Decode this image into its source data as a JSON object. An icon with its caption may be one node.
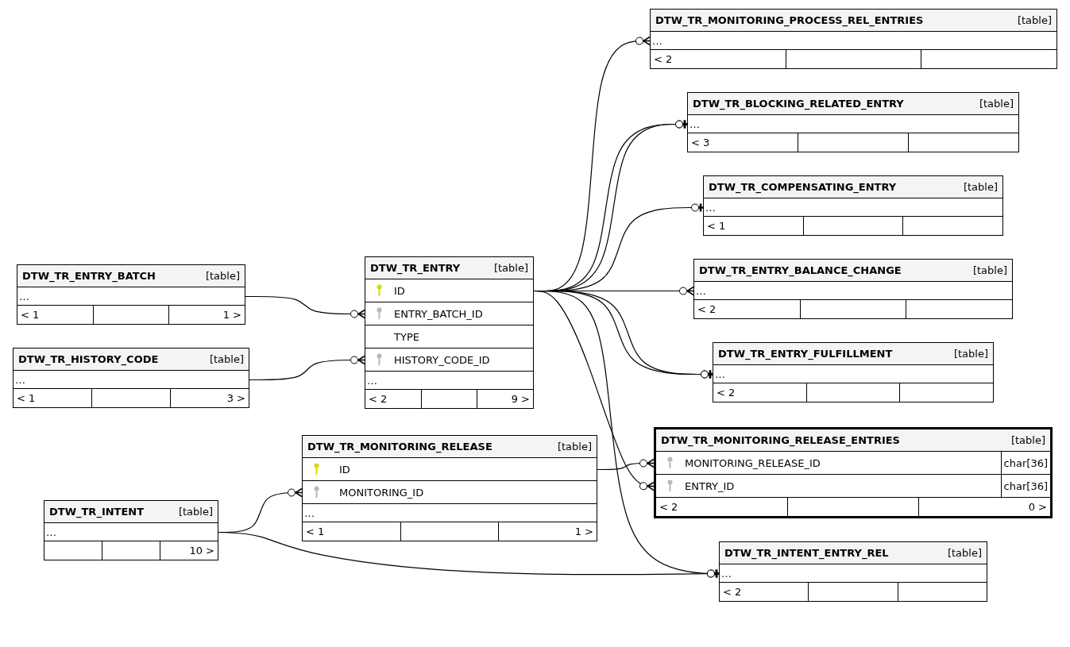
{
  "diagram": {
    "nodes": [
      {
        "text": [
          "DTW_TR_MONITORING_PROCESS_REL_ENTRIES",
          "[table]",
          "…",
          "< 2"
        ]
      },
      {
        "text": [
          "DTW_TR_BLOCKING_RELATED_ENTRY",
          "[table]",
          "…",
          "< 3"
        ]
      },
      {
        "text": [
          "DTW_TR_COMPENSATING_ENTRY",
          "[table]",
          "…",
          "< 1"
        ]
      },
      {
        "text": [
          "DTW_TR_ENTRY_BATCH",
          "[table]",
          "…",
          "< 1",
          "1 >"
        ]
      },
      {
        "text": [
          "DTW_TR_ENTRY",
          "[table]",
          "ID",
          "ENTRY_BATCH_ID",
          "TYPE",
          "HISTORY_CODE_ID",
          "…",
          "< 2",
          "9 >"
        ]
      },
      {
        "text": [
          "DTW_TR_ENTRY_BALANCE_CHANGE",
          "[table]",
          "…",
          "< 2"
        ]
      },
      {
        "text": [
          "DTW_TR_HISTORY_CODE",
          "[table]",
          "…",
          "< 1",
          "3 >"
        ]
      },
      {
        "text": [
          "DTW_TR_ENTRY_FULFILLMENT",
          "[table]",
          "…",
          "< 2"
        ]
      },
      {
        "text": [
          "DTW_TR_MONITORING_RELEASE",
          "[table]",
          "ID",
          "MONITORING_ID",
          "…",
          "< 1",
          "1 >"
        ]
      },
      {
        "text": [
          "DTW_TR_MONITORING_RELEASE_ENTRIES",
          "[table]",
          "MONITORING_RELEASE_ID",
          "char[36]",
          "ENTRY_ID",
          "char[36]",
          "< 2",
          "0 >"
        ]
      },
      {
        "text": [
          "DTW_TR_INTENT",
          "[table]",
          "…",
          "10 >"
        ]
      },
      {
        "text": [
          "DTW_TR_INTENT_ENTRY_REL",
          "[table]",
          "…",
          "< 2"
        ]
      }
    ],
    "edges": [
      {
        "from": 4,
        "to": 0,
        "arrow": "other"
      },
      {
        "from": 4,
        "to": 1,
        "arrow": "other"
      },
      {
        "from": 4,
        "to": 1,
        "arrow": "other"
      },
      {
        "from": 4,
        "to": 2,
        "arrow": "other"
      },
      {
        "from": 4,
        "to": 5,
        "arrow": "other"
      },
      {
        "from": 4,
        "to": 7,
        "arrow": "other"
      },
      {
        "from": 4,
        "to": 7,
        "arrow": "other"
      },
      {
        "from": 4,
        "to": 9,
        "arrow": "other"
      },
      {
        "from": 4,
        "to": 11,
        "arrow": "other"
      },
      {
        "from": 3,
        "to": 4,
        "arrow": "other"
      },
      {
        "from": 6,
        "to": 4,
        "arrow": "other"
      },
      {
        "from": 8,
        "to": 9,
        "arrow": "other"
      },
      {
        "from": 10,
        "to": 8,
        "arrow": "other"
      },
      {
        "from": 10,
        "to": 11,
        "arrow": "other"
      }
    ]
  }
}
